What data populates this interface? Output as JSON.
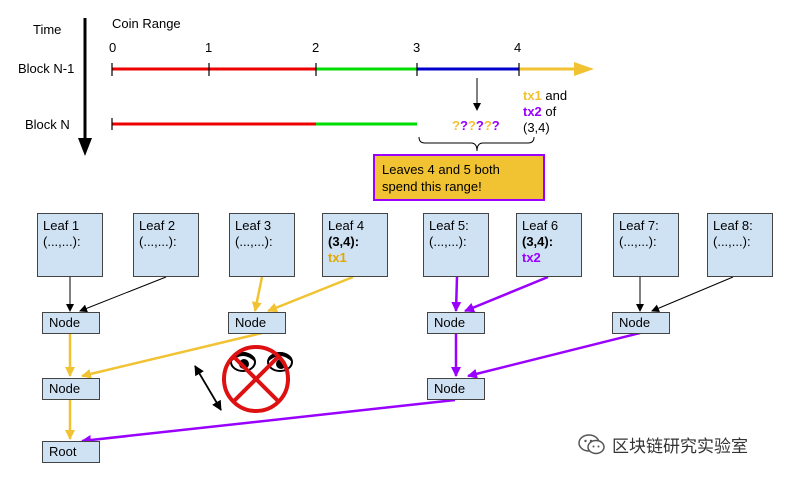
{
  "timeline": {
    "time_label": "Time",
    "coin_range_label": "Coin Range",
    "ticks": [
      "0",
      "1",
      "2",
      "3",
      "4"
    ],
    "row1_label": "Block N-1",
    "row2_label": "Block N",
    "unknown_marks": [
      "?",
      "?",
      "?",
      "?",
      "?",
      "?"
    ],
    "tx_note": {
      "tx1": "tx1",
      "and": " and",
      "tx2": "tx2",
      "of": " of",
      "range": "(3,4)"
    }
  },
  "callout": {
    "text": "Leaves 4 and 5 both spend this range!"
  },
  "leaves": [
    {
      "line1": "Leaf 1",
      "line2": "(...,...):",
      "line3": ""
    },
    {
      "line1": "Leaf 2",
      "line2": "(...,...):",
      "line3": ""
    },
    {
      "line1": "Leaf 3",
      "line2": "(...,...):",
      "line3": ""
    },
    {
      "line1": "Leaf 4",
      "line2": "(3,4):",
      "line3": "tx1"
    },
    {
      "line1": "Leaf 5:",
      "line2": "(...,...):",
      "line3": ""
    },
    {
      "line1": "Leaf 6",
      "line2": "(3,4):",
      "line3": "tx2"
    },
    {
      "line1": "Leaf 7:",
      "line2": "(...,...):",
      "line3": ""
    },
    {
      "line1": "Leaf 8:",
      "line2": "(...,...):",
      "line3": ""
    }
  ],
  "nodes": [
    "Node",
    "Node",
    "Node",
    "Node",
    "Node",
    "Node"
  ],
  "root": "Root",
  "watermark": "区块链研究实验室",
  "colors": {
    "red": "#ee0000",
    "green": "#00dd00",
    "blue": "#0000cc",
    "yellow": "#f1c232",
    "purple": "#9900ff",
    "box_fill": "#cfe2f3"
  }
}
